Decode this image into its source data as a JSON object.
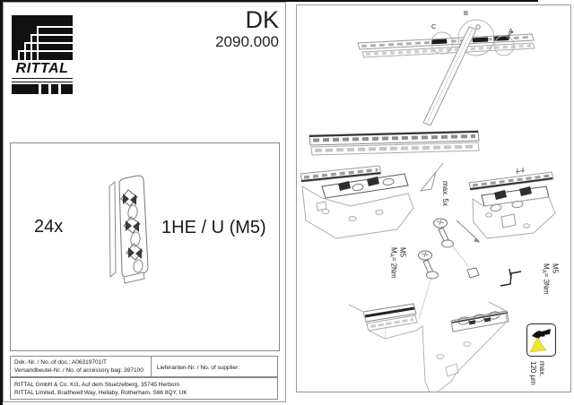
{
  "header": {
    "brand": "RITTAL",
    "title": "DK",
    "model": "2090.000"
  },
  "parts": {
    "quantity": "24x",
    "name": "1HE / U (M5)"
  },
  "diagram": {
    "detail_labels": {
      "a": "A",
      "b": "B",
      "c": "C"
    },
    "annotations": {
      "max_uses": "max. 5x",
      "torque1": {
        "size": "M5",
        "prefix": "M",
        "sub": "A",
        "value": "= 2Nm"
      },
      "torque2": {
        "size": "M5",
        "prefix": "M",
        "sub": "A",
        "value": "= 3Nm"
      },
      "coating": {
        "line1": "max.",
        "line2": "120 µm"
      }
    },
    "icons": {
      "spray": "paint-spray-gun-icon",
      "spray_cone_color": "#f2e23c"
    }
  },
  "footer": {
    "doc_label": "Dok.-Nr. / No. of doc.:",
    "doc_value": "A06319701IT",
    "bag_label": "Versandbeutel-Nr. / No. of accessory bag:",
    "bag_value": "397100",
    "supplier_label": "Lieferanten-Nr. / No. of supplier:",
    "address1": "RITTAL GmbH & Co. KG, Auf dem Stuetzelberg, 35745 Herborn",
    "address2": "RITTAL Limited, Braithwell Way, Hellaby, Rotherham, S66 8QY, UK"
  }
}
